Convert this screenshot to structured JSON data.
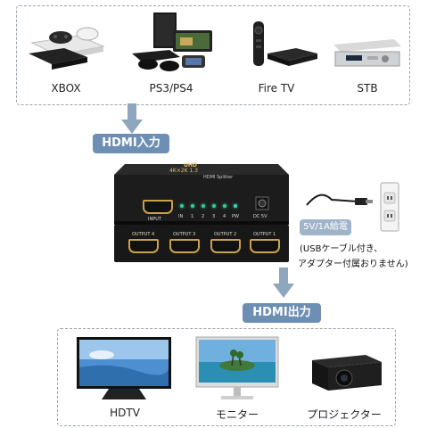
{
  "sources": [
    {
      "label": "XBOX",
      "icon": "xbox-console-icon"
    },
    {
      "label": "PS3/PS4",
      "icon": "playstation-console-icon"
    },
    {
      "label": "Fire TV",
      "icon": "fire-tv-icon"
    },
    {
      "label": "STB",
      "icon": "set-top-box-icon"
    }
  ],
  "input_tag": "HDMI入力",
  "output_tag": "HDMI出力",
  "splitter": {
    "badge": "UHD",
    "resolution": "4K×2K 1.3",
    "model": "HDMI Splitter",
    "input_port": "INPUT",
    "led_labels": [
      "IN",
      "1",
      "2",
      "3",
      "4",
      "PW"
    ],
    "power_label": "DC 5V",
    "outputs": [
      "OUTPUT 4",
      "OUTPUT 3",
      "OUTPUT 2",
      "OUTPUT 1"
    ]
  },
  "power_note": {
    "spec": "5V/1A給電",
    "line1": "(USBケーブル付き、",
    "line2": "アダプター付属おりません)"
  },
  "displays": [
    {
      "label": "HDTV",
      "icon": "hdtv-icon"
    },
    {
      "label": "モニター",
      "icon": "monitor-icon"
    },
    {
      "label": "プロジェクター",
      "icon": "projector-icon"
    }
  ],
  "colors": {
    "accent": "#6d8fb4",
    "arrow": "#8fa6bf",
    "led": "#2ecf9a",
    "port_gold": "#caa24c"
  }
}
